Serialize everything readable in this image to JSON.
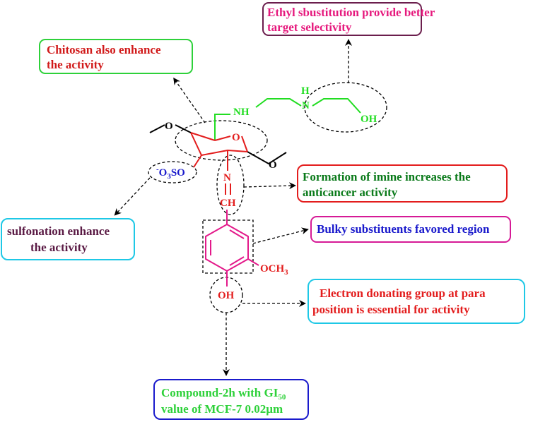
{
  "annotations": {
    "ethyl": {
      "line1": "Ethyl sbustitution provide better",
      "line2": "target selectivity",
      "color": "#e6197d",
      "border": "#6b1e4d"
    },
    "chitosan": {
      "line1": "Chitosan also enhance",
      "line2": "the activity",
      "color": "#d11a1a",
      "border": "#2ed13a"
    },
    "imine": {
      "line1": "Formation of imine increases the",
      "line2": "anticancer activity",
      "color": "#0a7a1a",
      "border": "#e31d1d"
    },
    "sulfonation": {
      "line1": "sulfonation enhance",
      "line2": "the activity",
      "color": "#5a1a44",
      "border": "#1ec8e6"
    },
    "bulky": {
      "line1": "Bulky substituents favored region",
      "color": "#1a1acc",
      "border": "#d61a96"
    },
    "electron": {
      "line1": "Electron donating group at para",
      "line2": "position is essential for activity",
      "color": "#e31d1d",
      "border": "#1ec8e6"
    },
    "compound": {
      "line1_pre": "Compound-2h with GI",
      "line1_sub": "50",
      "line2": "value of MCF-7 0.02µm",
      "color": "#2ed13a",
      "border": "#1a1acc"
    }
  },
  "structure": {
    "nh_left": "NH",
    "nh_right_h": "H",
    "nh_right_n": "N",
    "oh_chain": "OH",
    "ring_o": "O",
    "so3_minus": "-",
    "so3_main": "O",
    "so3_sub": "3",
    "so3_tail": "SO",
    "imine_n": "N",
    "imine_ch": "CH",
    "och3_main": "OCH",
    "och3_sub": "3",
    "phenol_oh": "OH"
  },
  "colors": {
    "chain_green": "#22dd22",
    "sugar_red": "#e31d1d",
    "benzene_magenta": "#e3198a",
    "so3_blue": "#1a1acc",
    "black": "#000000"
  }
}
